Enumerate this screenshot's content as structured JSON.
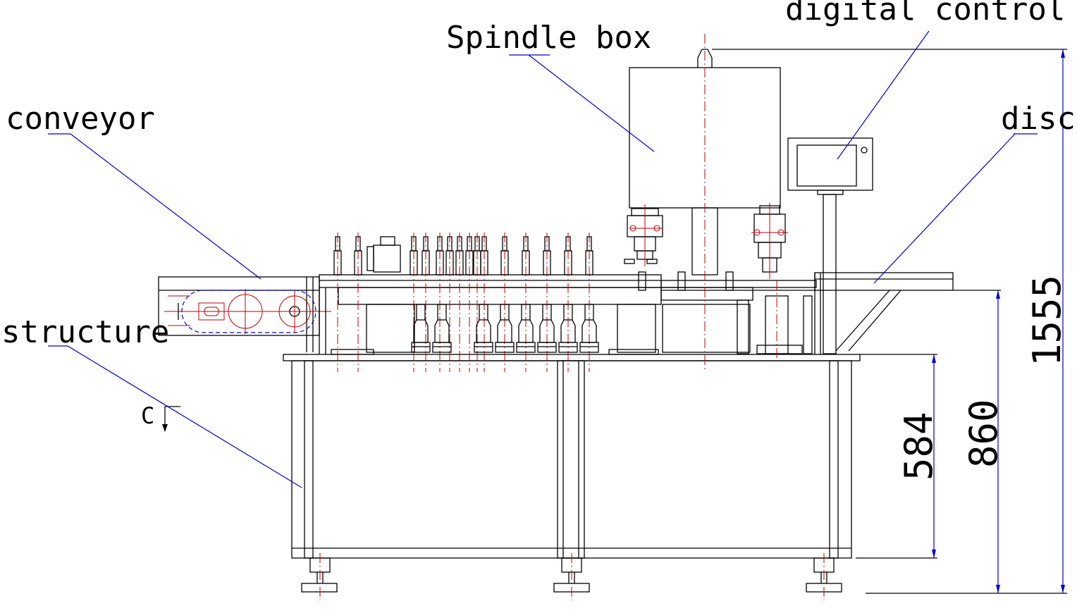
{
  "labels": {
    "spindle_box": "Spindle box",
    "digital_control_screen": "digital control screen",
    "conveyor": "conveyor",
    "disc": "disc",
    "structure": "structure",
    "section_mark": "C"
  },
  "dimensions": {
    "overall_height": "1555",
    "disc_height": "860",
    "table_height": "584"
  },
  "colors": {
    "outline": "#000000",
    "centerline": "#c00000",
    "leader_and_dimension": "#0000c8"
  }
}
